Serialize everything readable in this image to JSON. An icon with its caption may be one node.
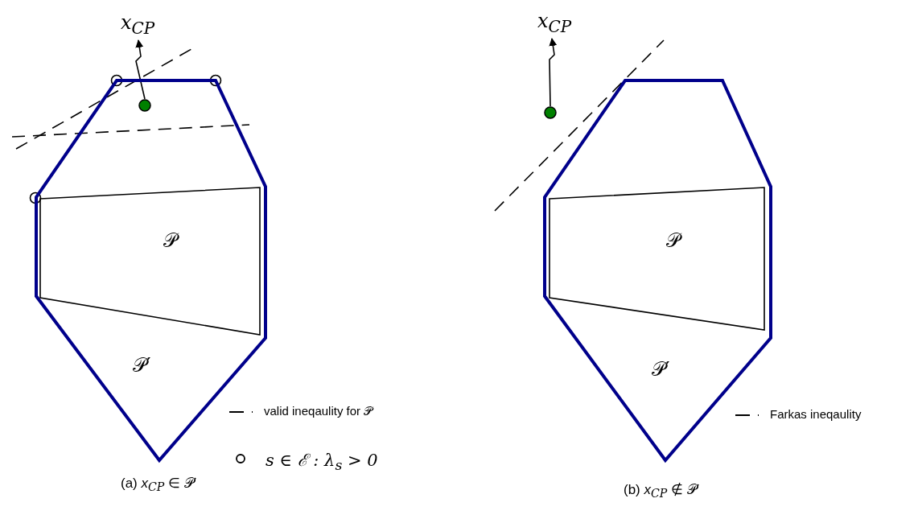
{
  "diagram": {
    "nodes": [
      {
        "text": [
          "𝒫′"
        ]
      },
      {
        "text": [
          "𝒫"
        ],
        "in": 0
      },
      {
        "text": [
          "x$_{CP}$"
        ]
      },
      {
        "text": [],
        "shape": "circle",
        "in": 0
      },
      {
        "text": [
          "𝒫′"
        ]
      },
      {
        "text": [
          "𝒫"
        ],
        "in": 4
      },
      {
        "text": [
          "x$_{CP}$"
        ]
      },
      {
        "text": [],
        "shape": "circle"
      }
    ],
    "edges": [
      {
        "from": 3,
        "to": 2,
        "arrow": "to"
      },
      {
        "from": 7,
        "to": 6,
        "arrow": "to"
      }
    ],
    "labels": [
      "(a) *x*$_{CP}$ ∈ 𝒫′",
      "(b) *x*$_{CP}$ ∉ 𝒫′"
    ],
    "legend": [
      {
        "text": "valid ineqaulity for 𝒫"
      },
      {
        "text": "s ∈ ℰ : λ$_{s}$ > 0"
      },
      {
        "text": "Farkas ineqaulity"
      }
    ]
  }
}
